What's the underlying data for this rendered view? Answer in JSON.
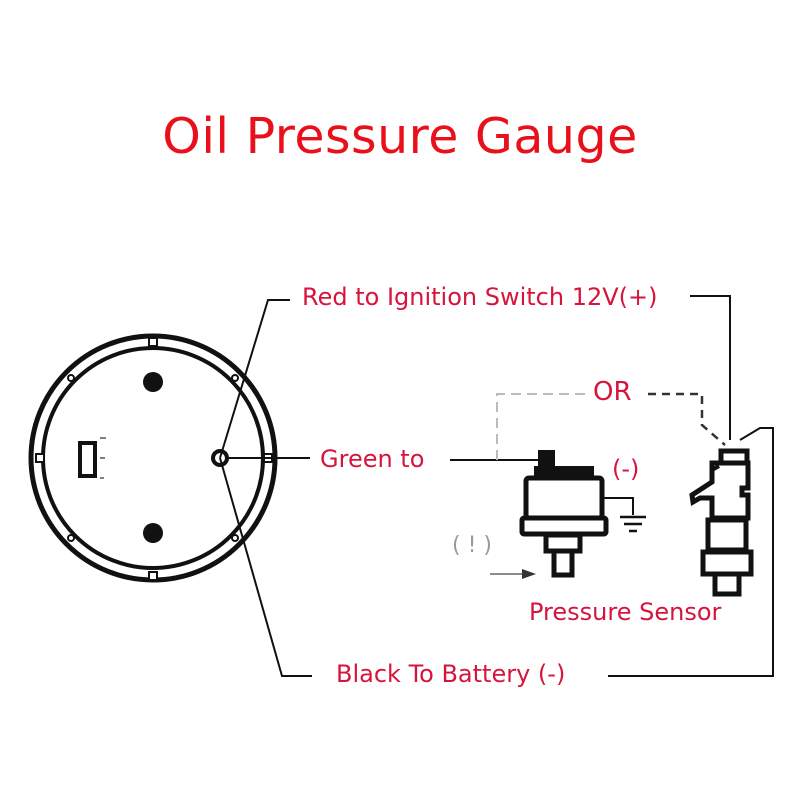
{
  "title": "Oil Pressure Gauge",
  "labels": {
    "red_wire": "Red to Ignition Switch 12V(+)",
    "or": "OR",
    "green_wire": "Green to",
    "ground": "(-)",
    "pressure_sensor": "Pressure Sensor",
    "black_wire": "Black To Battery (-)",
    "warning": "( ! )"
  },
  "colors": {
    "title": "#e8101a",
    "label": "#d6143c",
    "line": "#111111",
    "dashed": "#bbbbbb"
  },
  "components": [
    {
      "name": "gauge-back",
      "description": "Round gauge rear view with terminal post"
    },
    {
      "name": "oil-pressure-switch",
      "description": "Sender unit with ground"
    },
    {
      "name": "pressure-sensor",
      "description": "Alternative pressure sensor"
    }
  ]
}
